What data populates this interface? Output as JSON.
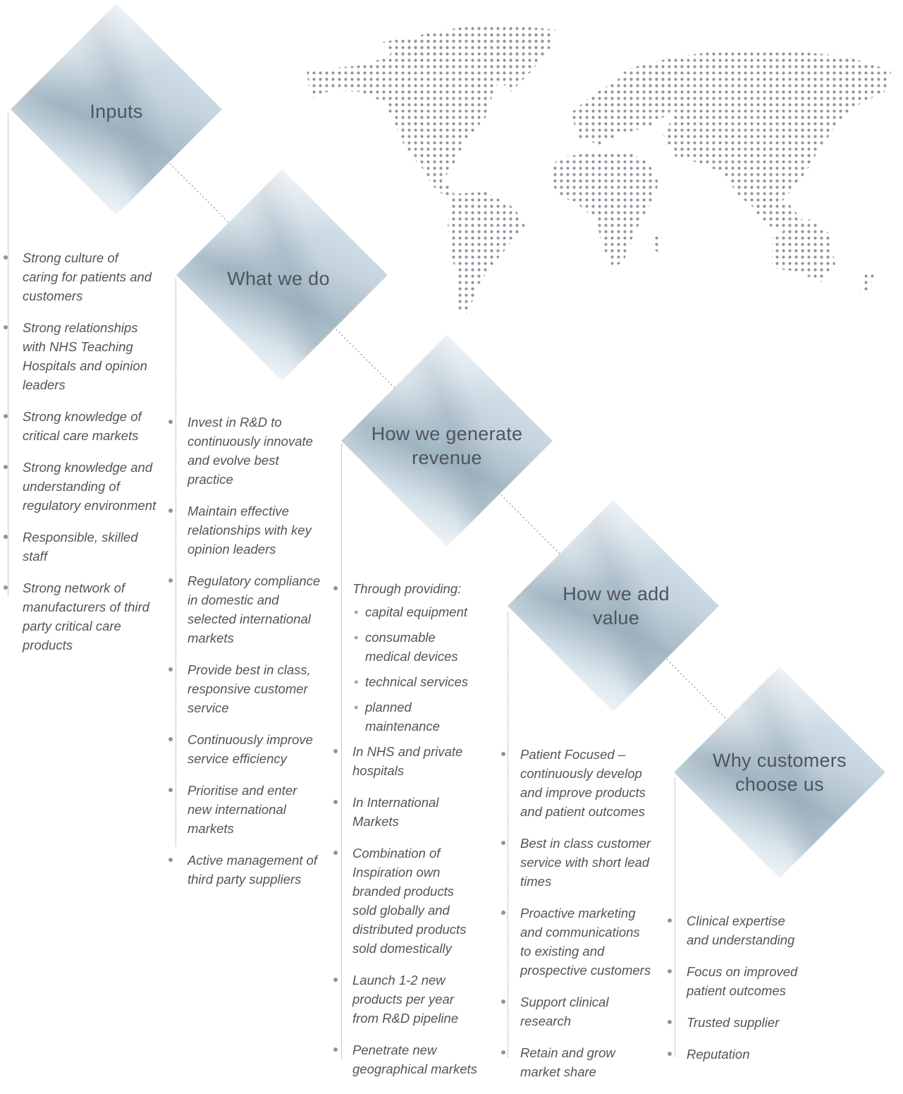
{
  "steps": [
    {
      "title": "Inputs",
      "items": [
        "Strong culture of caring for patients and customers",
        "Strong relationships with NHS Teaching Hospitals and opinion leaders",
        "Strong knowledge of critical care markets",
        "Strong knowledge and understanding of regulatory environment",
        "Responsible, skilled staff",
        "Strong network of manufacturers of third party critical care products"
      ]
    },
    {
      "title": "What we do",
      "items": [
        "Invest in R&D to continuously innovate and evolve best practice",
        "Maintain effective relationships with key opinion leaders",
        "Regulatory compliance in domestic and selected international markets",
        "Provide best in class, responsive customer service",
        "Continuously improve service efficiency",
        "Prioritise and enter new international markets",
        "Active management of third party suppliers"
      ]
    },
    {
      "title": "How we generate revenue",
      "intro": "Through providing:",
      "subitems": [
        "capital equipment",
        "consumable medical devices",
        "technical services",
        "planned maintenance"
      ],
      "items": [
        "In NHS and private hospitals",
        "In International Markets",
        "Combination of Inspiration own branded products sold globally and distributed products sold domestically",
        "Launch 1-2 new products per year from R&D pipeline",
        "Penetrate new geographical markets"
      ]
    },
    {
      "title": "How we add value",
      "items": [
        "Patient Focused – continuously develop and improve products and patient outcomes",
        "Best in class customer service with short lead times",
        "Proactive marketing and communications to existing and prospective customers",
        "Support clinical research",
        "Retain and grow market share"
      ]
    },
    {
      "title": "Why customers choose us",
      "items": [
        "Clinical expertise and understanding",
        "Focus on improved patient outcomes",
        "Trusted supplier",
        "Reputation"
      ]
    }
  ]
}
